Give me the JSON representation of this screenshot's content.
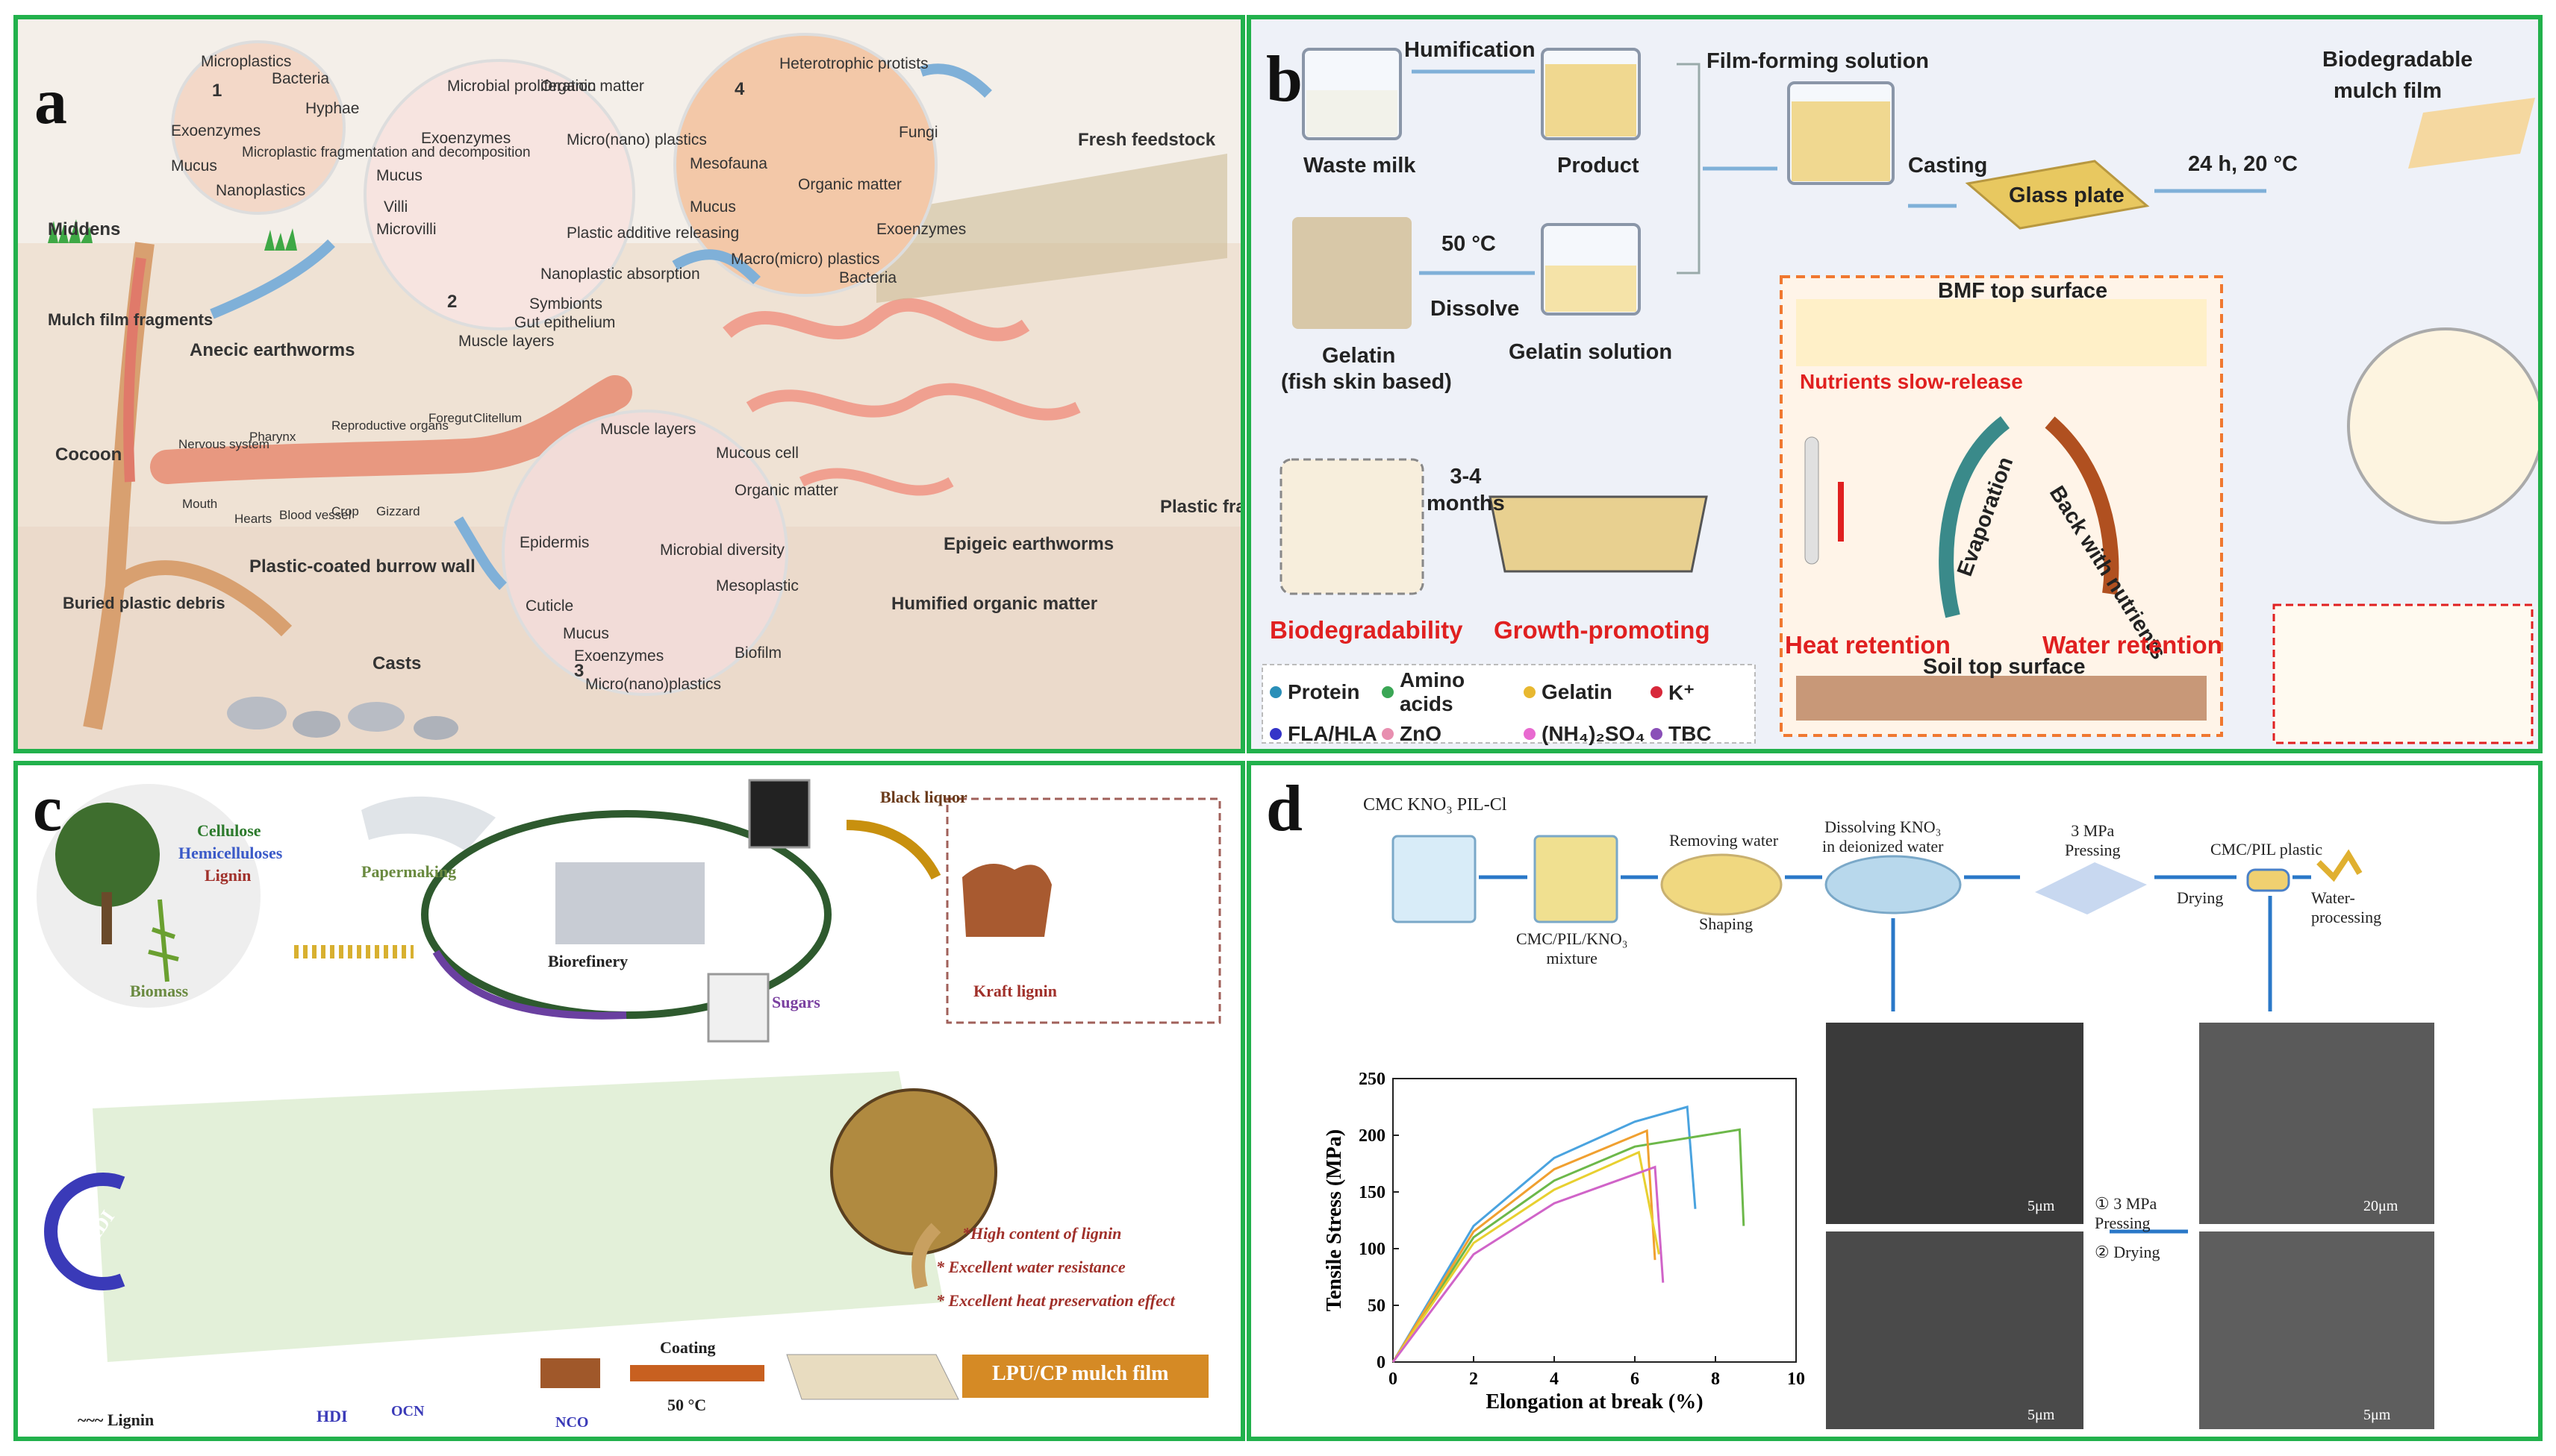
{
  "panel_a": {
    "label": "a",
    "circle1": {
      "num": "1",
      "labels": [
        "Microplastics",
        "Bacteria",
        "Hyphae",
        "Exoenzymes",
        "Mucus",
        "Microplastic fragmentation and decomposition",
        "Nanoplastics"
      ]
    },
    "circle2": {
      "num": "2",
      "labels": [
        "Microbial proliferation",
        "Organic matter",
        "Exoenzymes",
        "Mucus",
        "Villi",
        "Microvilli",
        "Micro(nano) plastics",
        "Plastic additive releasing",
        "Nanoplastic absorption",
        "Symbionts",
        "Gut epithelium",
        "Muscle layers"
      ]
    },
    "circle3": {
      "num": "3",
      "labels": [
        "Muscle layers",
        "Mucous cell",
        "Organic matter",
        "Epidermis",
        "Microbial diversity",
        "Mesoplastic",
        "Cuticle",
        "Mucus",
        "Exoenzymes",
        "Biofilm",
        "Micro(nano)plastics"
      ]
    },
    "circle4": {
      "num": "4",
      "labels": [
        "Heterotrophic protists",
        "Fungi",
        "Mesofauna",
        "Organic matter",
        "Mucus",
        "Exoenzymes",
        "Macro(micro) plastics",
        "Bacteria"
      ]
    },
    "body": [
      "Middens",
      "Mulch film fragments",
      "Anecic earthworms",
      "Cocoon",
      "Nervous system",
      "Pharynx",
      "Reproductive organs",
      "Foregut",
      "Clitellum",
      "Mouth",
      "Hearts",
      "Blood vessel",
      "Crop",
      "Gizzard",
      "Plastic-coated burrow wall",
      "Buried plastic debris",
      "Casts",
      "Fresh feedstock",
      "Plastic fragments",
      "Epigeic earthworms",
      "Humified organic matter"
    ]
  },
  "panel_b": {
    "label": "b",
    "waste_milk": "Waste milk",
    "humification": "Humification",
    "product": "Product",
    "film_solution": "Film-forming solution",
    "casting": "Casting",
    "glass_plate": "Glass plate",
    "conditions": "24 h, 20 °C",
    "biodegradable": "Biodegradable",
    "mulch_film": "mulch film",
    "gelatin": "Gelatin",
    "fish": "(fish skin based)",
    "temp": "50 °C",
    "dissolve": "Dissolve",
    "gelatin_solution": "Gelatin solution",
    "bmf_top": "BMF top surface",
    "nutrients": "Nutrients slow-release",
    "back": "Back with nutrients",
    "evaporation": "Evaporation",
    "heat": "Heat retention",
    "water": "Water retention",
    "soil_top": "Soil top surface",
    "months": "3-4\nmonths",
    "biodegradability": "Biodegradability",
    "growth": "Growth-promoting",
    "legend": [
      {
        "label": "Protein",
        "color": "#2a8fb8"
      },
      {
        "label": "Amino acids",
        "color": "#3aa655"
      },
      {
        "label": "Gelatin",
        "color": "#e8b830"
      },
      {
        "label": "K⁺",
        "color": "#d8283a"
      },
      {
        "label": "FLA/HLA",
        "color": "#3434c8"
      },
      {
        "label": "ZnO",
        "color": "#e88fb0"
      },
      {
        "label": "(NH₄)₂SO₄",
        "color": "#e86ad0"
      },
      {
        "label": "TBC",
        "color": "#8a50b8"
      }
    ]
  },
  "panel_c": {
    "label": "c",
    "cellulose": "Cellulose",
    "hemicelluloses": "Hemicelluloses",
    "lignin_t": "Lignin",
    "biomass": "Biomass",
    "papermaking": "Papermaking",
    "biorefinery": "Biorefinery",
    "sugars": "Sugars",
    "black_liquor": "Black liquor",
    "kraft": "Kraft lignin",
    "hdi": "HDI",
    "features": [
      "*High content of lignin",
      "* Excellent water resistance",
      "* Excellent heat preservation effect"
    ],
    "coating": "Coating",
    "temp": "50 °C",
    "product": "LPU/CP mulch film",
    "legend_lignin": "Lignin",
    "legend_hdi": "HDI",
    "hdi_formula_left": "OCN",
    "hdi_formula_right": "NCO"
  },
  "panel_d": {
    "label": "d",
    "reagents": "CMC  KNO₃  PIL-Cl",
    "removing": "Removing water",
    "dissolving": "Dissolving KNO₃\nin deionized water",
    "pressing": "3 MPa\nPressing",
    "cmc_plastic": "CMC/PIL plastic",
    "mixture": "CMC/PIL/KNO₃\nmixture",
    "shaping": "Shaping",
    "drying": "Drying",
    "water_processing": "Water-\nprocessing",
    "step1": "① 3 MPa\nPressing",
    "step2": "② Drying",
    "sem_labels": [
      "5μm",
      "5μm",
      "20μm",
      "5μm"
    ]
  },
  "chart_data": {
    "type": "line",
    "xlabel": "Elongation at break (%)",
    "ylabel": "Tensile Stress (MPa)",
    "xlim": [
      0,
      10
    ],
    "ylim": [
      0,
      250
    ],
    "xticks": [
      "0",
      "2",
      "4",
      "6",
      "8",
      "10"
    ],
    "yticks": [
      "0",
      "50",
      "100",
      "150",
      "200",
      "250"
    ],
    "series": [
      {
        "color": "#4aa3df",
        "points": [
          [
            0,
            0
          ],
          [
            2,
            120
          ],
          [
            4,
            180
          ],
          [
            6,
            212
          ],
          [
            7.3,
            225
          ],
          [
            7.5,
            135
          ]
        ]
      },
      {
        "color": "#6db84a",
        "points": [
          [
            0,
            0
          ],
          [
            2,
            110
          ],
          [
            4,
            160
          ],
          [
            6,
            190
          ],
          [
            8.6,
            205
          ],
          [
            8.7,
            120
          ]
        ]
      },
      {
        "color": "#f0a030",
        "points": [
          [
            0,
            0
          ],
          [
            2,
            115
          ],
          [
            4,
            170
          ],
          [
            6.3,
            204
          ],
          [
            6.5,
            90
          ]
        ]
      },
      {
        "color": "#e8d030",
        "points": [
          [
            0,
            0
          ],
          [
            2,
            105
          ],
          [
            4,
            152
          ],
          [
            6.1,
            185
          ],
          [
            6.6,
            95
          ]
        ]
      },
      {
        "color": "#d064c8",
        "points": [
          [
            0,
            0
          ],
          [
            2,
            95
          ],
          [
            4,
            140
          ],
          [
            6.5,
            172
          ],
          [
            6.7,
            70
          ]
        ]
      }
    ]
  }
}
